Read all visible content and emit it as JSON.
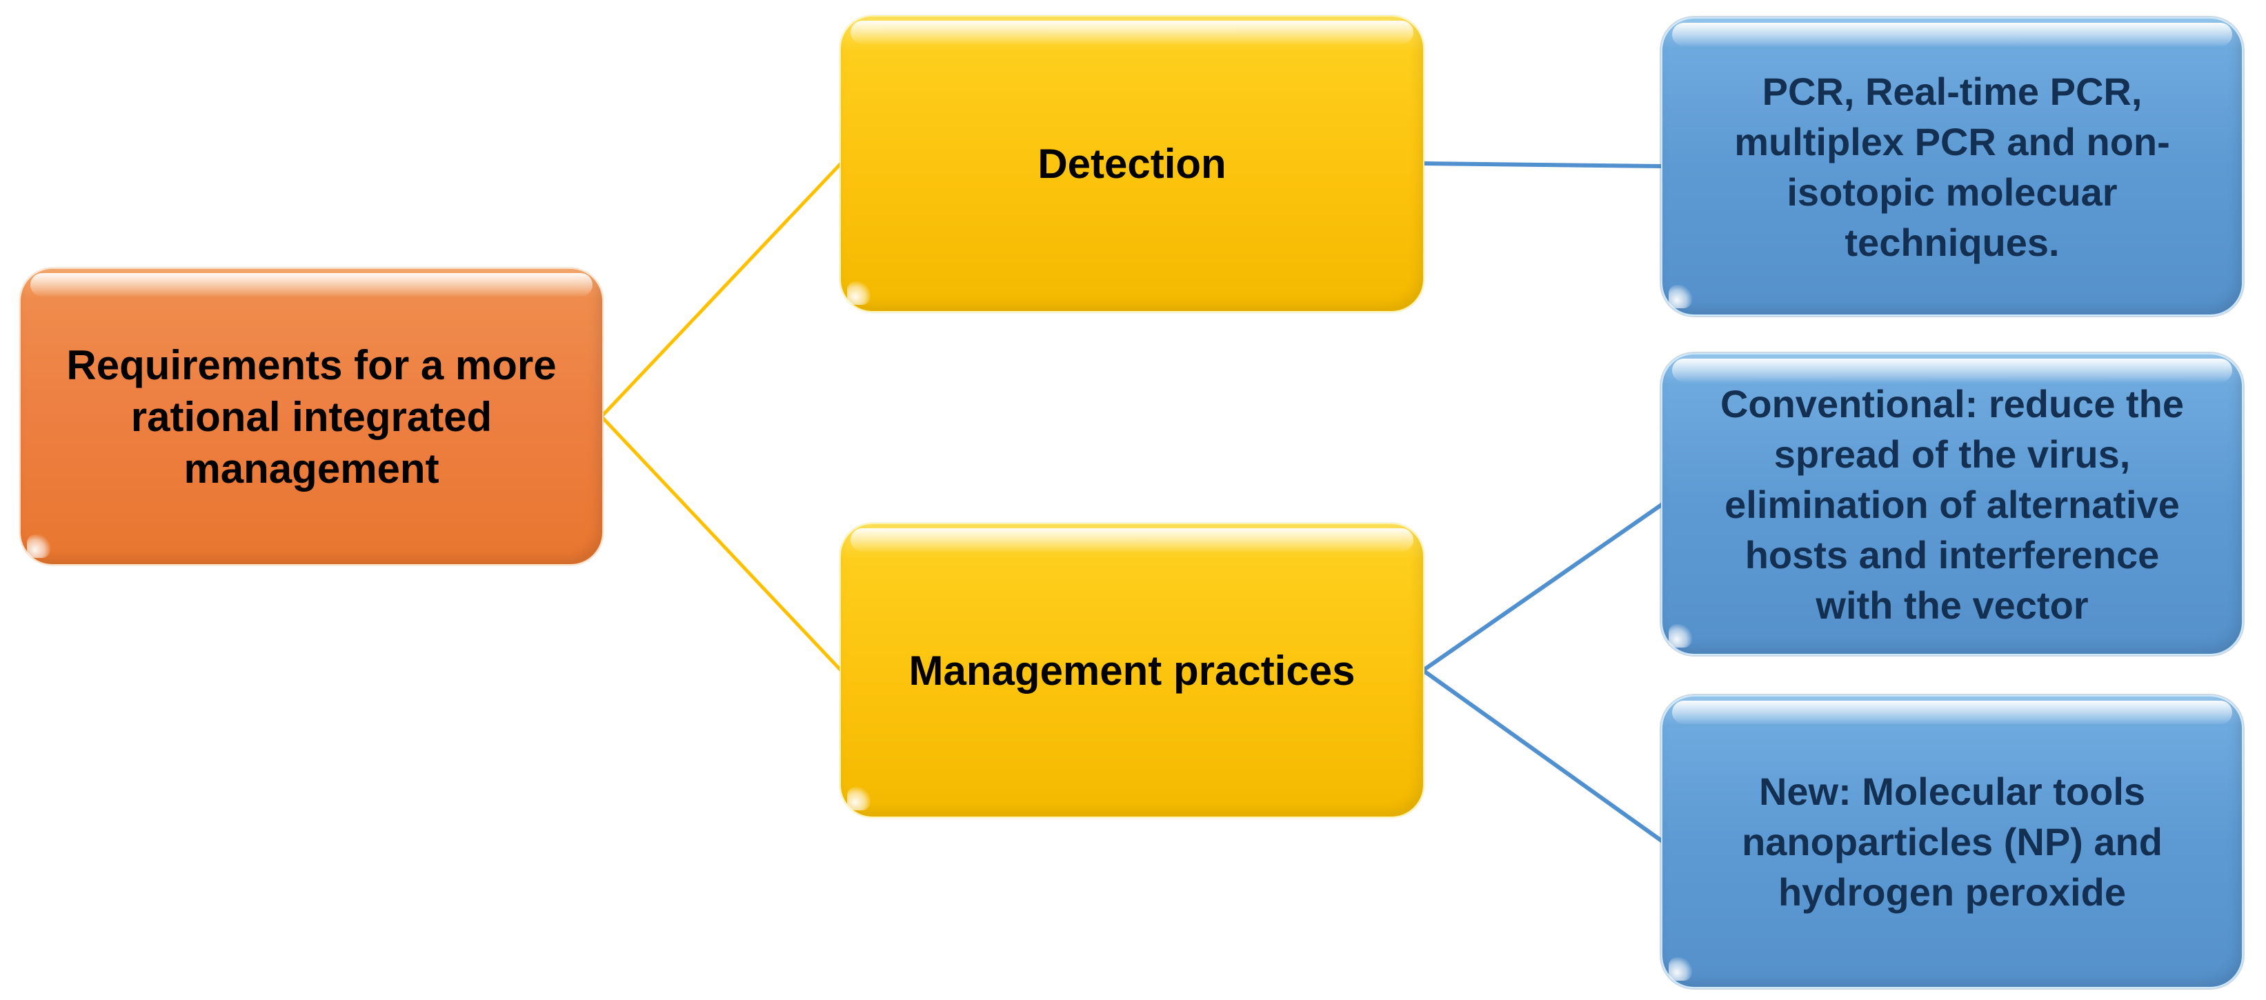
{
  "figure": {
    "type": "hierarchy-diagram",
    "background": "#FFFFFF"
  },
  "nodes": {
    "root": {
      "label": "Requirements for a more rational integrated management",
      "fill": "#ED8043",
      "text_color": "#000000"
    },
    "detection": {
      "label": "Detection",
      "fill": "#FCC30D",
      "text_color": "#000000"
    },
    "management": {
      "label": "Management practices",
      "fill": "#FCC30D",
      "text_color": "#000000"
    },
    "pcr": {
      "label": "PCR, Real-time PCR, multiplex PCR and non-isotopic molecuar techniques.",
      "fill": "#5D9AD3",
      "text_color": "#132F52"
    },
    "conventional": {
      "label": "Conventional: reduce the spread of the virus, elimination of alternative hosts and interference with the vector",
      "fill": "#5D9AD3",
      "text_color": "#132F52"
    },
    "new_methods": {
      "label": "New: Molecular tools nanoparticles (NP) and hydrogen peroxide",
      "fill": "#5D9AD3",
      "text_color": "#132F52"
    }
  },
  "connectors": {
    "level1_color": "#FFC000",
    "level2_color": "#5090CF",
    "edges": [
      {
        "from": "root",
        "to": "detection"
      },
      {
        "from": "root",
        "to": "management"
      },
      {
        "from": "detection",
        "to": "pcr"
      },
      {
        "from": "management",
        "to": "conventional"
      },
      {
        "from": "management",
        "to": "new_methods"
      }
    ]
  }
}
